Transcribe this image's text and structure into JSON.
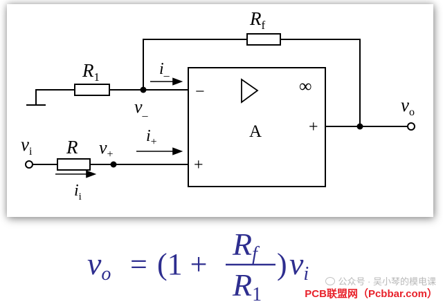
{
  "labels": {
    "rf": "R",
    "rf_sub": "f",
    "r1": "R",
    "r1_sub": "1",
    "r": "R",
    "i_minus": "i",
    "i_minus_sub": "_",
    "i_plus": "i",
    "i_plus_sub": "+",
    "ii": "i",
    "ii_sub": "i",
    "v_minus": "v",
    "v_minus_sub": "_",
    "v_plus": "v",
    "v_plus_sub": "+",
    "vi": "v",
    "vi_sub": "i",
    "vo": "v",
    "vo_sub": "o",
    "amp": "A",
    "inf": "∞",
    "in_minus": "−",
    "in_plus": "+",
    "out_plus": "+"
  },
  "formula": {
    "v": "v",
    "v_sub": "o",
    "eq": "=",
    "open": "(1 +",
    "num": "R",
    "num_sub": "f",
    "den": "R",
    "den_sub": "1",
    "close": ")",
    "vi": "v",
    "vi_sub": "i"
  },
  "watermark": {
    "text": "公众号 · 吴小琴的模电课"
  },
  "brand": {
    "text": "PCB联盟网（Pcbbar.com）"
  },
  "colors": {
    "formula": "#2e2e8f",
    "brand": "#e8212a",
    "line": "#000000"
  }
}
